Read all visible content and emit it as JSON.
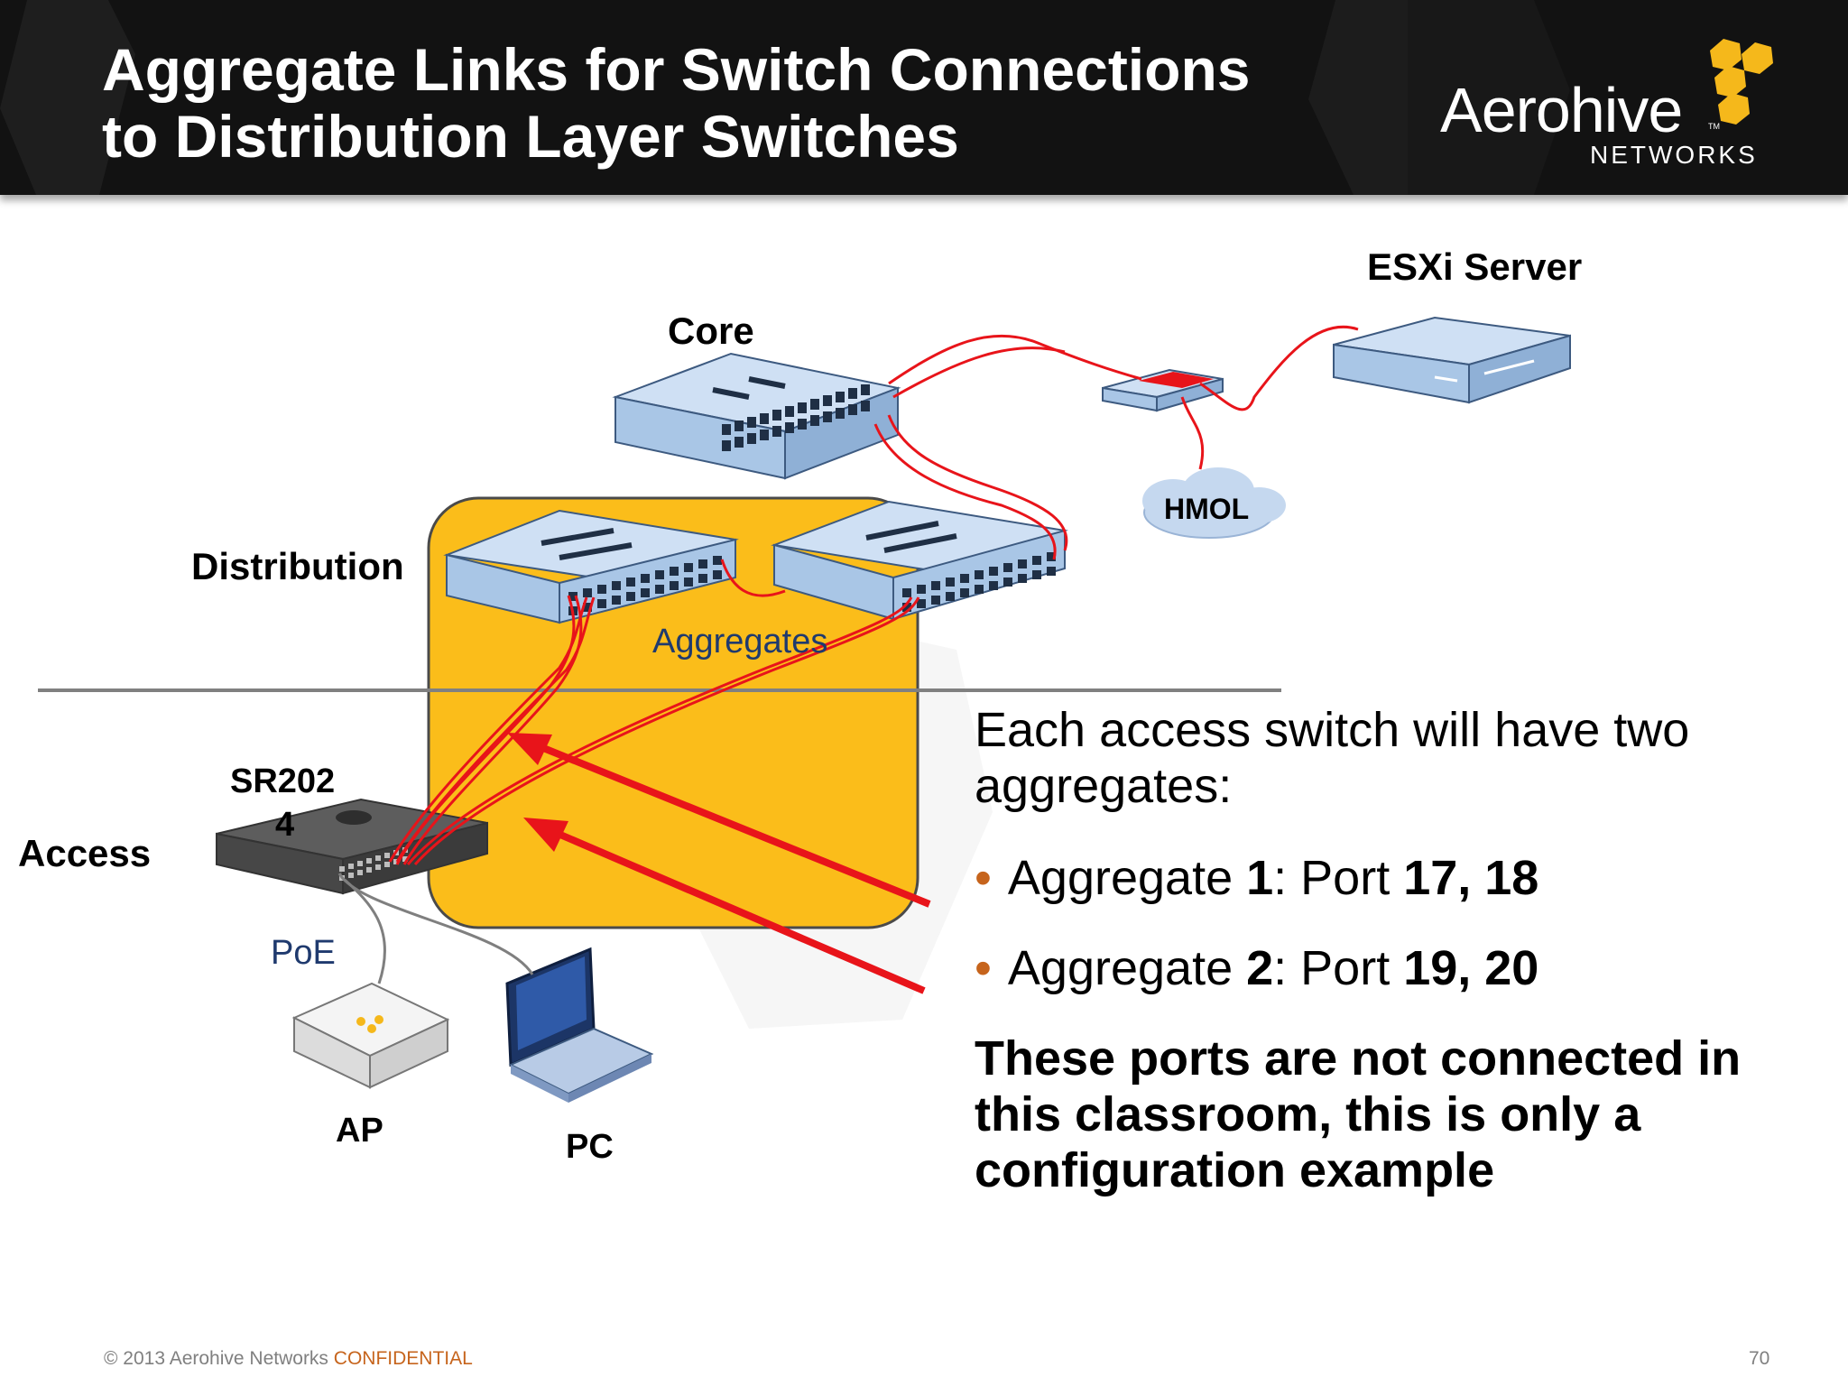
{
  "slide": {
    "title_line1": "Aggregate Links for Switch Connections",
    "title_line2": "to Distribution Layer Switches",
    "logo_name": "Aerohive",
    "logo_sub": "NETWORKS",
    "logo_tm": "TM"
  },
  "diagram": {
    "labels": {
      "esxi": "ESXi Server",
      "core": "Core",
      "hmol": "HMOL",
      "distribution": "Distribution",
      "aggregates": "Aggregates",
      "sr_line1": "SR202",
      "sr_line2": "4",
      "access": "Access",
      "poe": "PoE",
      "ap": "AP",
      "pc": "PC"
    }
  },
  "content": {
    "intro_line1": "Each access switch will have two",
    "intro_line2": "aggregates:",
    "bullets": [
      {
        "name": "Aggregate ",
        "num": "1",
        "sep": ": Port ",
        "ports": "17, 18"
      },
      {
        "name": "Aggregate ",
        "num": "2",
        "sep": ": Port ",
        "ports": "19, 20"
      }
    ],
    "warning_line1": "These ports are not connected in",
    "warning_line2": "this classroom, this is only a",
    "warning_line3": "configuration example"
  },
  "footer": {
    "copyright": "© 2013 Aerohive Networks ",
    "confidential": "CONFIDENTIAL",
    "page_number": "70"
  },
  "colors": {
    "header_bg": "#121212",
    "highlight_box": "#fbbd1a",
    "link_red": "#e8141a",
    "accent_orange": "#c6641c",
    "switch_blue": "#a9c6e6",
    "logo_hex_yellow": "#f5b81b"
  }
}
